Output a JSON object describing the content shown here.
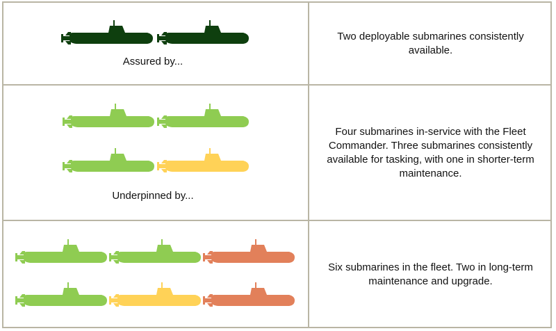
{
  "colors": {
    "assured": "#0e3f0e",
    "in_service": "#8fcc52",
    "short_maintenance": "#ffd257",
    "long_maintenance": "#e2805a",
    "border": "#b9b5a4"
  },
  "rows": [
    {
      "caption": "Assured by...",
      "description": "Two deployable submarines consistently available.",
      "submarines": [
        "assured",
        "assured"
      ]
    },
    {
      "caption": "Underpinned by...",
      "description": "Four submarines in-service with the Fleet Commander. Three submarines consistently available for tasking, with one in shorter-term maintenance.",
      "submarines": [
        "in_service",
        "in_service",
        "in_service",
        "short_maintenance"
      ]
    },
    {
      "caption": "",
      "description": "Six submarines in the fleet. Two in long-term maintenance and upgrade.",
      "submarines": [
        "in_service",
        "in_service",
        "long_maintenance",
        "in_service",
        "short_maintenance",
        "long_maintenance"
      ]
    }
  ]
}
